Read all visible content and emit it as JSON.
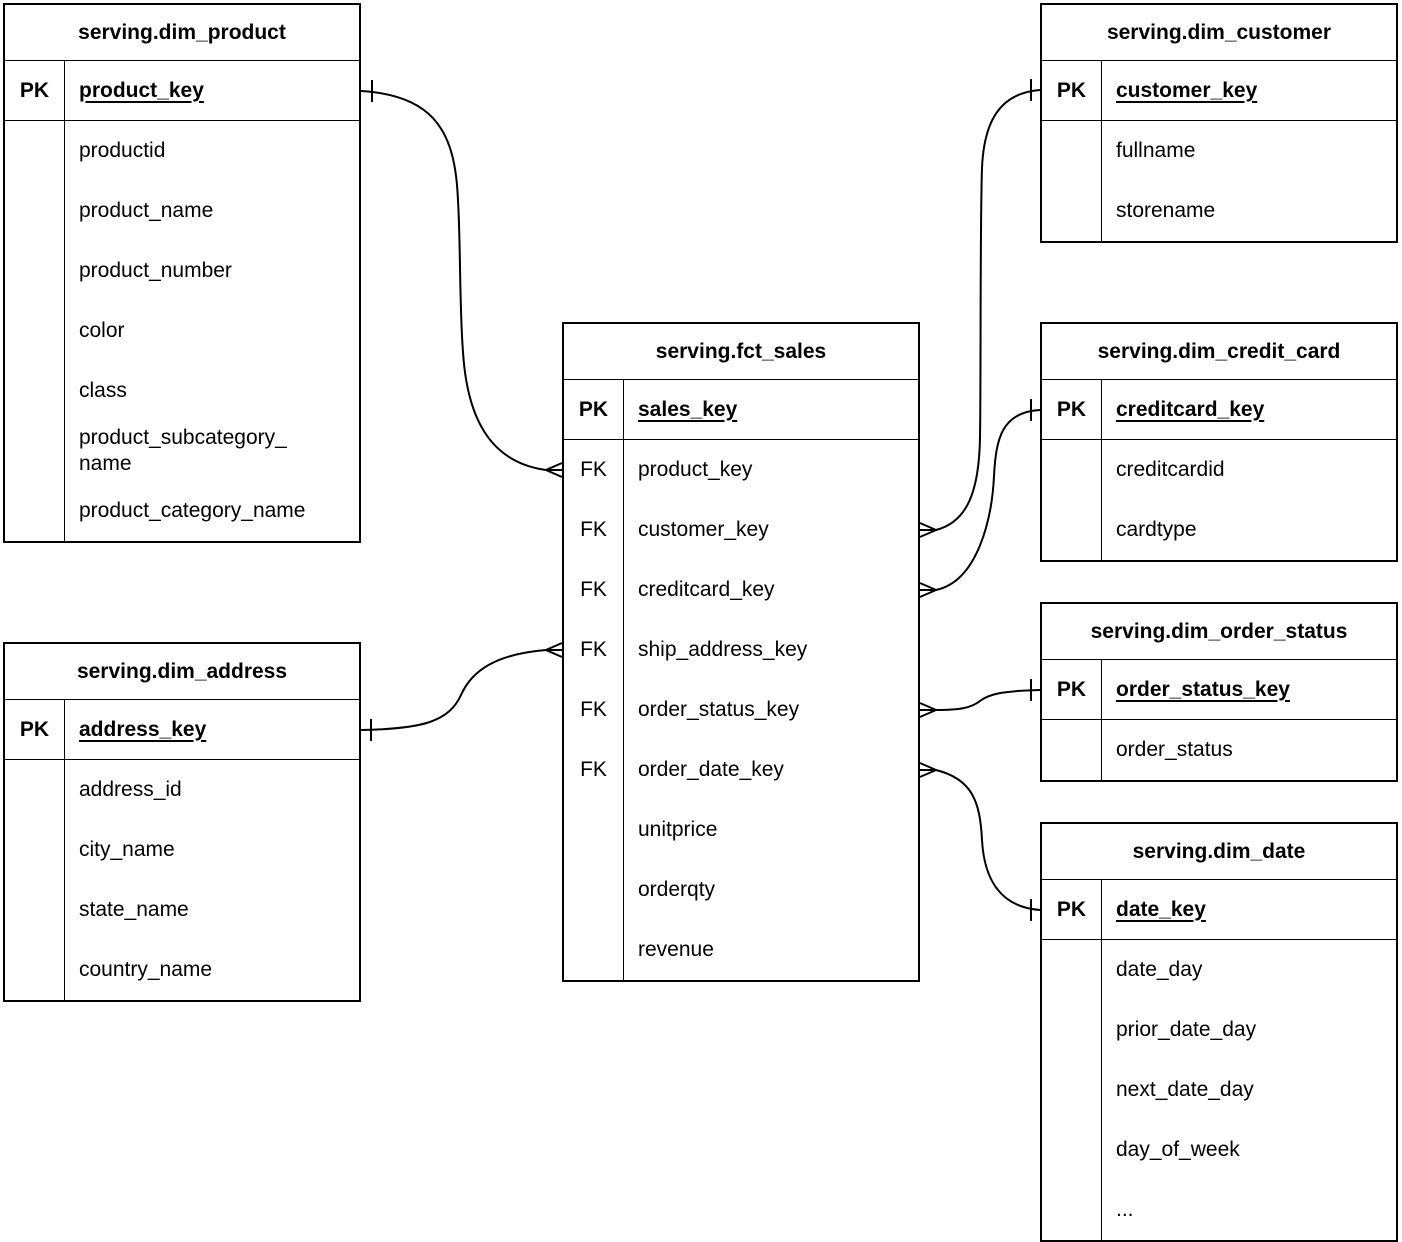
{
  "diagram": {
    "background_color": "#ffffff",
    "line_color": "#000000",
    "notation": "crow's foot",
    "tables": {
      "dim_product": {
        "title": "serving.dim_product",
        "pk": {
          "key": "PK",
          "field": "product_key"
        },
        "rows": [
          {
            "key": "",
            "field": "productid"
          },
          {
            "key": "",
            "field": "product_name"
          },
          {
            "key": "",
            "field": "product_number"
          },
          {
            "key": "",
            "field": "color"
          },
          {
            "key": "",
            "field": "class"
          },
          {
            "key": "",
            "field": "product_subcategory_\nname"
          },
          {
            "key": "",
            "field": "product_category_name"
          }
        ]
      },
      "dim_address": {
        "title": "serving.dim_address",
        "pk": {
          "key": "PK",
          "field": "address_key"
        },
        "rows": [
          {
            "key": "",
            "field": "address_id"
          },
          {
            "key": "",
            "field": "city_name"
          },
          {
            "key": "",
            "field": "state_name"
          },
          {
            "key": "",
            "field": "country_name"
          }
        ]
      },
      "fct_sales": {
        "title": "serving.fct_sales",
        "pk": {
          "key": "PK",
          "field": "sales_key"
        },
        "rows": [
          {
            "key": "FK",
            "field": "product_key"
          },
          {
            "key": "FK",
            "field": "customer_key"
          },
          {
            "key": "FK",
            "field": "creditcard_key"
          },
          {
            "key": "FK",
            "field": "ship_address_key"
          },
          {
            "key": "FK",
            "field": "order_status_key"
          },
          {
            "key": "FK",
            "field": "order_date_key"
          },
          {
            "key": "",
            "field": "unitprice"
          },
          {
            "key": "",
            "field": "orderqty"
          },
          {
            "key": "",
            "field": "revenue"
          }
        ]
      },
      "dim_customer": {
        "title": "serving.dim_customer",
        "pk": {
          "key": "PK",
          "field": "customer_key"
        },
        "rows": [
          {
            "key": "",
            "field": "fullname"
          },
          {
            "key": "",
            "field": "storename"
          }
        ]
      },
      "dim_credit_card": {
        "title": "serving.dim_credit_card",
        "pk": {
          "key": "PK",
          "field": "creditcard_key"
        },
        "rows": [
          {
            "key": "",
            "field": "creditcardid"
          },
          {
            "key": "",
            "field": "cardtype"
          }
        ]
      },
      "dim_order_status": {
        "title": "serving.dim_order_status",
        "pk": {
          "key": "PK",
          "field": "order_status_key"
        },
        "rows": [
          {
            "key": "",
            "field": "order_status"
          }
        ]
      },
      "dim_date": {
        "title": "serving.dim_date",
        "pk": {
          "key": "PK",
          "field": "date_key"
        },
        "rows": [
          {
            "key": "",
            "field": "date_day"
          },
          {
            "key": "",
            "field": "prior_date_day"
          },
          {
            "key": "",
            "field": "next_date_day"
          },
          {
            "key": "",
            "field": "day_of_week"
          },
          {
            "key": "",
            "field": "..."
          }
        ]
      }
    },
    "relationships": [
      {
        "fact_table": "serving.fct_sales",
        "fact_column": "product_key",
        "dim_table": "serving.dim_product",
        "dim_column": "product_key",
        "fact_end": "many",
        "dim_end": "one"
      },
      {
        "fact_table": "serving.fct_sales",
        "fact_column": "ship_address_key",
        "dim_table": "serving.dim_address",
        "dim_column": "address_key",
        "fact_end": "many",
        "dim_end": "one"
      },
      {
        "fact_table": "serving.fct_sales",
        "fact_column": "customer_key",
        "dim_table": "serving.dim_customer",
        "dim_column": "customer_key",
        "fact_end": "many",
        "dim_end": "one"
      },
      {
        "fact_table": "serving.fct_sales",
        "fact_column": "creditcard_key",
        "dim_table": "serving.dim_credit_card",
        "dim_column": "creditcard_key",
        "fact_end": "many",
        "dim_end": "one"
      },
      {
        "fact_table": "serving.fct_sales",
        "fact_column": "order_status_key",
        "dim_table": "serving.dim_order_status",
        "dim_column": "order_status_key",
        "fact_end": "many",
        "dim_end": "one"
      },
      {
        "fact_table": "serving.fct_sales",
        "fact_column": "order_date_key",
        "dim_table": "serving.dim_date",
        "dim_column": "date_key",
        "fact_end": "many",
        "dim_end": "one"
      }
    ]
  }
}
